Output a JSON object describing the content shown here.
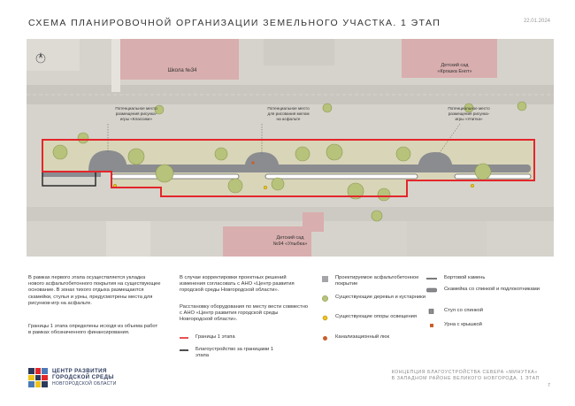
{
  "header": {
    "title": "СХЕМА ПЛАНИРОВОЧНОЙ ОРГАНИЗАЦИИ ЗЕМЕЛЬНОГО УЧАСТКА. 1 ЭТАП",
    "date": "22.01.2024"
  },
  "plan": {
    "buildings": {
      "school": "Школа №34",
      "kindergarten_top_line1": "Детский сад",
      "kindergarten_top_line2": "«Крошка Енот»",
      "kindergarten_bottom_line1": "Детский сад",
      "kindergarten_bottom_line2": "№94 «Улыбка»"
    },
    "callouts": [
      {
        "line1": "Потенциальное место",
        "line2": "размещения рисунка-",
        "line3": "игры «Классики»"
      },
      {
        "line1": "Потенциальное место",
        "line2": "для рисования мелом",
        "line3": "на асфальте"
      },
      {
        "line1": "Потенциальное место",
        "line2": "размещения рисунка-",
        "line3": "игры «Улитка»"
      }
    ]
  },
  "notes": {
    "col1_p1": "В рамках первого этапа осуществляется укладка нового асфальтобетонного покрытия на существующее основание. В зонах тихого отдыха размещаются скамейки, стулья и урны, предусмотрены места для рисунков-игр на асфальте.",
    "col1_p2": "Границы 1 этапа определены исходя из объема работ в рамках обозначенного финансирования.",
    "col2_p1": "В случае корректировки проектных решений изменения согласовать с АНО «Центр развития городской среды Новгородской области».",
    "col2_p2": "Расстановку оборудования по месту вести совместно с АНО «Центр развития городской среды Новгородской области»."
  },
  "legend": {
    "border_stage1": "Границы 1 этапа",
    "landscaping": "Благоустройство за границами 1 этапа",
    "asphalt": "Проектируемое асфальтобетонное покрытие",
    "trees": "Существующие деревья и кустарники",
    "poles": "Существующие опоры освещения",
    "sewer": "Канализационный люк",
    "curb": "Бортовой камень",
    "bench": "Скамейка со спинкой и подлокотниками",
    "chair": "Стул со спинкой",
    "bin": "Урна с крышкой"
  },
  "logo": {
    "line1": "ЦЕНТР РАЗВИТИЯ",
    "line2": "ГОРОДСКОЙ СРЕДЫ",
    "line3": "НОВГОРОДСКОЙ ОБЛАСТИ"
  },
  "footer": {
    "line1": "КОНЦЕПЦИЯ БЛАГОУСТРОЙСТВА СЕВЕРА «МИНУТКА»",
    "line2": "В ЗАПАДНОМ РАЙОНЕ ВЕЛИКОГО НОВГОРОДА. 1 ЭТАП",
    "page": "7"
  },
  "colors": {
    "border_red": "#e3262b",
    "asphalt": "#8a8c90",
    "building": "#d9aeae",
    "tree": "#b7c27a",
    "grass": "#d8d5b8",
    "pole": "#f0c419",
    "sewer": "#c9602b"
  }
}
